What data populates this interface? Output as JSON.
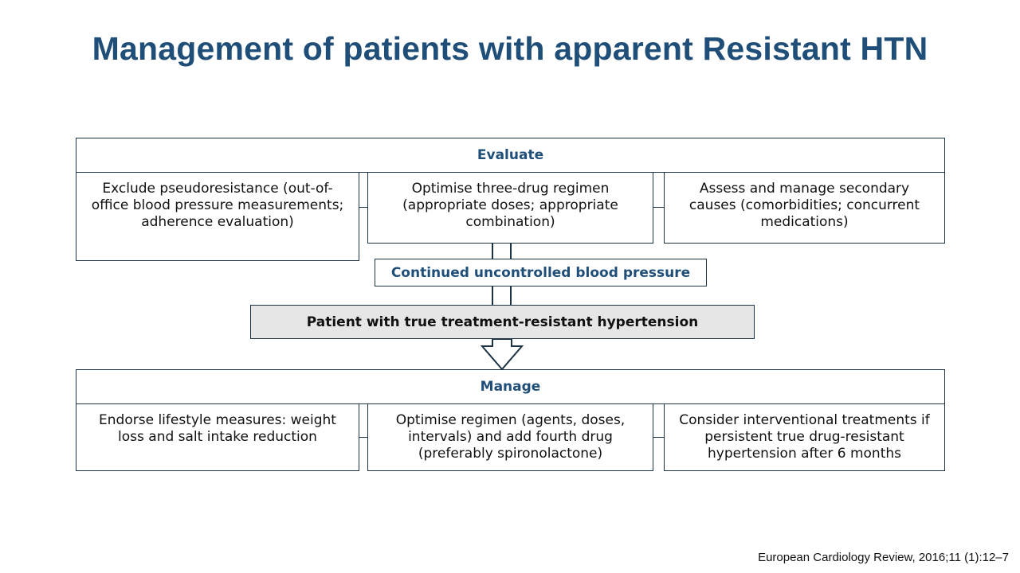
{
  "title": "Management of patients with apparent Resistant HTN",
  "evaluate": {
    "header": "Evaluate",
    "boxes": [
      "Exclude pseudoresistance (out-of-office blood pressure measurements; adherence evaluation)",
      "Optimise three-drug regimen (appropriate doses; appropriate combination)",
      "Assess and manage secondary causes (comorbidities; concurrent medications)"
    ]
  },
  "continued": "Continued uncontrolled blood pressure",
  "patient": "Patient with true treatment-resistant hypertension",
  "manage": {
    "header": "Manage",
    "boxes": [
      "Endorse lifestyle measures: weight loss and salt intake reduction",
      "Optimise regimen (agents, doses, intervals) and add fourth drug (preferably spironolactone)",
      "Consider interventional treatments if persistent true drug-resistant hypertension after 6 months"
    ]
  },
  "citation": "European Cardiology Review, 2016;11 (1):12–7",
  "colors": {
    "accent": "#1f4e79",
    "border": "#1c3346",
    "patient_fill": "#e6e6e6"
  }
}
